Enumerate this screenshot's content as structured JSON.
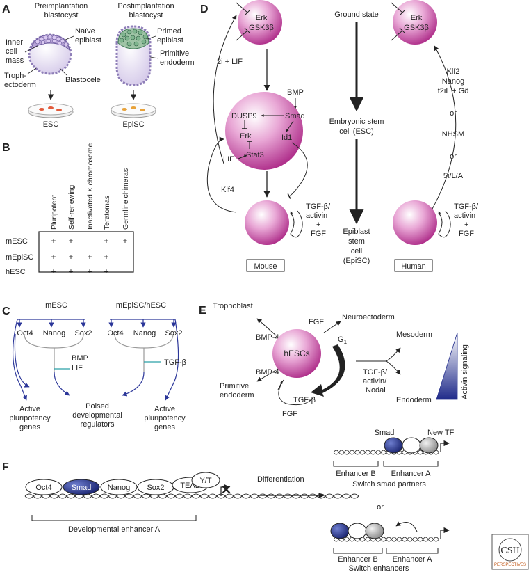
{
  "panel_a": {
    "label": "A",
    "pre_title": [
      "Preimplantation",
      "blastocyst"
    ],
    "post_title": [
      "Postimplantation",
      "blastocyst"
    ],
    "inner_cell_mass": [
      "Inner",
      "cell",
      "mass"
    ],
    "naive_epiblast": [
      "Naïve",
      "epiblast"
    ],
    "trophectoderm": [
      "Troph-",
      "ectoderm"
    ],
    "blastocele": "Blastocele",
    "primed_epiblast": [
      "Primed",
      "epiblast"
    ],
    "primitive_endoderm": [
      "Primitive",
      "endoderm"
    ],
    "esc": "ESC",
    "episc": "EpiSC"
  },
  "panel_b": {
    "label": "B",
    "columns": [
      "Pluripotent",
      "Self-renewing",
      "Inactivated X chromosome",
      "Teratomas",
      "Germline chimeras"
    ],
    "rows": [
      {
        "name": "mESC",
        "marks": [
          "+",
          "+",
          "",
          "+",
          "+"
        ]
      },
      {
        "name": "mEpiSC",
        "marks": [
          "+",
          "+",
          "+",
          "+",
          ""
        ]
      },
      {
        "name": "hESC",
        "marks": [
          "+",
          "+",
          "+",
          "+",
          ""
        ]
      }
    ]
  },
  "panel_c": {
    "label": "C",
    "left_title": "mESC",
    "right_title": "mEpiSC/hESC",
    "tfs": [
      "Oct4",
      "Nanog",
      "Sox2"
    ],
    "bmp": "BMP",
    "lif": "LIF",
    "tgfb": "TGF-β",
    "left_out": [
      "Active",
      "pluripotency",
      "genes"
    ],
    "mid_out": [
      "Poised",
      "developmental",
      "regulators"
    ],
    "right_out": [
      "Active",
      "pluripotency",
      "genes"
    ]
  },
  "panel_d": {
    "label": "D",
    "erk": "Erk",
    "gsk": "GSK3β",
    "two_i_lif": "2i + LIF",
    "bmp": "BMP",
    "dusp9": "DUSP9",
    "smad": "Smad",
    "erk_inner": "Erk",
    "id1": "Id1",
    "stat3": "Stat3",
    "lif": "LIF",
    "klf4": "Klf4",
    "tgf_lines": [
      "TGF-β/",
      "activin",
      "+",
      "FGF"
    ],
    "mouse": "Mouse",
    "human": "Human",
    "ground_state": "Ground state",
    "esc_lines": [
      "Embryonic stem",
      "cell (ESC)"
    ],
    "episc_lines": [
      "Epiblast",
      "stem",
      "cell",
      "(EpiSC)"
    ],
    "human_cond": [
      "Klf2",
      "Nanog",
      "t2iL + Gö"
    ],
    "or1": "or",
    "nhsm": "NHSM",
    "or2": "or",
    "five_i": "5i/L/A"
  },
  "panel_e": {
    "label": "E",
    "trophoblast": "Trophoblast",
    "bmp4_top": "BMP-4",
    "fgf_top": "FGF",
    "neuroectoderm": "Neuroectoderm",
    "hescs": "hESCs",
    "g1": "G",
    "g1_sub": "1",
    "bmp4_bottom": "BMP-4",
    "prim_endo": [
      "Primitive",
      "endoderm"
    ],
    "tgfb": "TGF-β",
    "fgf_bottom": "FGF",
    "tgf_act_nodal": [
      "TGF-β/",
      "activin/",
      "Nodal"
    ],
    "mesoderm": "Mesoderm",
    "endoderm": "Endoderm",
    "activin": "Activin signaling"
  },
  "panel_f": {
    "label": "F",
    "factors": [
      "Oct4",
      "Smad",
      "Nanog",
      "Sox2",
      "TEAD",
      "Y/T"
    ],
    "dev_enhancer": "Developmental enhancer A",
    "differentiation": "Differentiation",
    "smad": "Smad",
    "new_tf": "New TF",
    "enh_b1": "Enhancer B",
    "enh_a1": "Enhancer A",
    "switch_smad": "Switch smad partners",
    "or": "or",
    "enh_b2": "Enhancer B",
    "enh_a2": "Enhancer A",
    "switch_enh": "Switch enhancers"
  },
  "logo": {
    "top": "CSH",
    "bottom": "PERSPECTIVES"
  },
  "colors": {
    "magenta": "#c0389a",
    "navy": "#1f2a8a",
    "teal": "#2aa0a8",
    "egg": "#c9b8e0"
  }
}
